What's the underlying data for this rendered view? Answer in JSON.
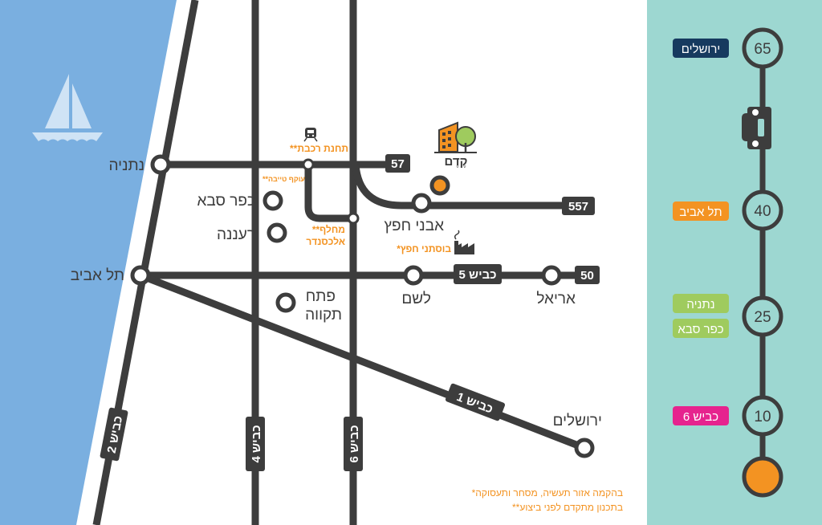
{
  "colors": {
    "sea": "#7aafe0",
    "road": "#3d3d3d",
    "accent_orange": "#f39322",
    "panel_bg": "#9dd7d1",
    "tag_navy": "#163a5f",
    "tag_green": "#9fcb5e",
    "tag_pink": "#e6238e"
  },
  "icons": {
    "sailboat": "sailboat-icon",
    "train": "train-icon",
    "factory": "factory-icon",
    "project_logo": "building-tree-icon",
    "car": "car-icon"
  },
  "project": {
    "name": "קֶדֶם"
  },
  "cities": {
    "netanya": "נתניה",
    "tel_aviv": "תל אביב",
    "kfar_saba": "כפר סבא",
    "raanana": "רעננה",
    "petah_tikva_line1": "פתח",
    "petah_tikva_line2": "תקווה",
    "even_hefetz": "אבני חפץ",
    "leshem": "לשם",
    "ariel": "אריאל",
    "jerusalem": "ירושלים"
  },
  "roads": {
    "r57": "57",
    "r557": "557",
    "r50": "50",
    "kvish2": "כביש 2",
    "kvish4": "כביש 4",
    "kvish6": "כביש 6",
    "kvish5": "כביש 5",
    "kvish1": "כביש 1"
  },
  "poi": {
    "train_station": "**תחנת רכבת",
    "tayibe_bypass": "**עוקף טייבה",
    "alexander_line1": "**מחלף",
    "alexander_line2": "אלכסנדר",
    "bustanei_hefetz": "*בוסתני חפץ"
  },
  "footnotes": {
    "note1": "*בהקמה אזור תעשיה, מסחר ותעסוקה",
    "note2": "**בתכנון מתקדם לפני ביצוע"
  },
  "distance_panel": {
    "stops": [
      {
        "minutes": "65",
        "tag": "ירושלים"
      },
      {
        "minutes": "40",
        "tag": "תל אביב"
      },
      {
        "minutes": "25",
        "tags": [
          "נתניה",
          "כפר סבא"
        ]
      },
      {
        "minutes": "10",
        "tag": "כביש 6"
      }
    ]
  }
}
